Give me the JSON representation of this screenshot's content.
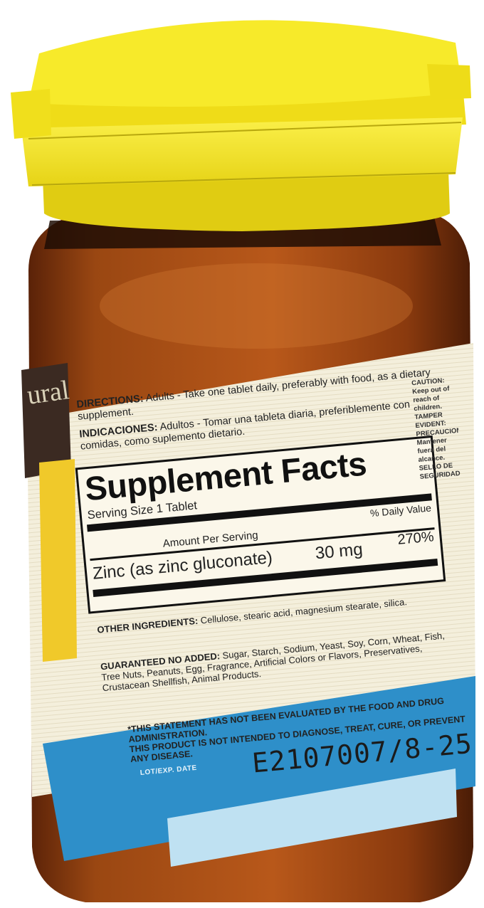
{
  "label": {
    "directions_heading": "DIRECTIONS:",
    "directions_text": "Adults - Take one tablet daily, preferably with food, as a dietary supplement.",
    "indicaciones_heading": "INDICACIONES:",
    "indicaciones_text": "Adultos - Tomar una tableta diaria, preferiblemente con comidas, como suplemento dietario.",
    "other_heading": "OTHER INGREDIENTS:",
    "other_text": "Cellulose, stearic acid, magnesium stearate, silica.",
    "guaranteed_heading": "GUARANTEED NO ADDED:",
    "guaranteed_text": "Sugar, Starch, Sodium, Yeast, Soy, Corn, Wheat, Fish, Tree Nuts, Peanuts, Egg, Fragrance, Artificial Colors or Flavors, Preservatives, Crustacean Shellfish, Animal Products.",
    "statement_line1": "*THIS STATEMENT HAS NOT BEEN EVALUATED BY THE FOOD AND DRUG ADMINISTRATION.",
    "statement_line2": "THIS PRODUCT IS NOT INTENDED TO DIAGNOSE, TREAT, CURE, OR PREVENT ANY DISEASE.",
    "lot_label": "LOT/EXP. DATE",
    "lot_value": "E2107007/8-25",
    "brand_fragment": "ural",
    "caution_fragment": "CAUTION: Keep out of reach of children. TAMPER EVIDENT: PRECAUCION: Mantener fuera del alcance. SELLO DE SEGURIDAD"
  },
  "supplement_facts": {
    "title": "Supplement Facts",
    "serving_size": "Serving Size 1 Tablet",
    "amount_header": "Amount Per Serving",
    "dv_header": "% Daily Value",
    "nutrient": "Zinc (as zinc gluconate)",
    "amount": "30 mg",
    "daily_value": "270%"
  },
  "colors": {
    "cap_yellow": "#f2e21c",
    "amber_bottle": "#8a3c10",
    "label_cream": "#f4efdc",
    "band_blue": "#2e8fc9",
    "lot_box_blue": "#bfe1f2"
  }
}
